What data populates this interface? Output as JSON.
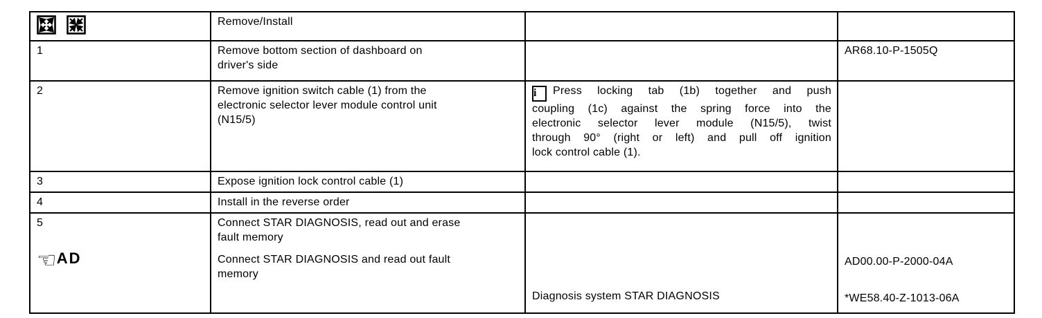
{
  "colors": {
    "border": "#000000",
    "text": "#000000",
    "background": "#ffffff"
  },
  "table": {
    "header": {
      "expand_icon": "expand-all",
      "collapse_icon": "collapse-all",
      "title": "Remove/Install"
    },
    "info_icon_glyph": "i",
    "rows": [
      {
        "num": "1",
        "procedure_lines": [
          "Remove bottom section of dashboard on",
          "driver's side"
        ],
        "doc": "AR68.10-P-1505Q"
      },
      {
        "num": "2",
        "procedure_lines": [
          "Remove ignition switch cable (1) from the",
          "electronic selector lever module control unit",
          "(N15/5)"
        ],
        "note_lines": [
          "Press locking  tab (1b) together and push",
          "coupling (1c) against the spring force into the",
          "electronic selector lever module (N15/5), twist",
          "through 90° (right or left) and pull off ignition",
          "lock control cable (1)."
        ]
      },
      {
        "num": "3",
        "procedure": "Expose ignition lock control cable (1)"
      },
      {
        "num": "4",
        "procedure": "Install in the reverse order"
      },
      {
        "num": "5",
        "ref_label": "AD",
        "procedure1_lines": [
          "Connect STAR DIAGNOSIS, read out and erase",
          "fault memory"
        ],
        "procedure2_lines": [
          "Connect STAR DIAGNOSIS and read out fault",
          "memory"
        ],
        "system": "Diagnosis system STAR DIAGNOSIS",
        "doc1": "AD00.00-P-2000-04A",
        "doc2": "*WE58.40-Z-1013-06A"
      }
    ]
  }
}
